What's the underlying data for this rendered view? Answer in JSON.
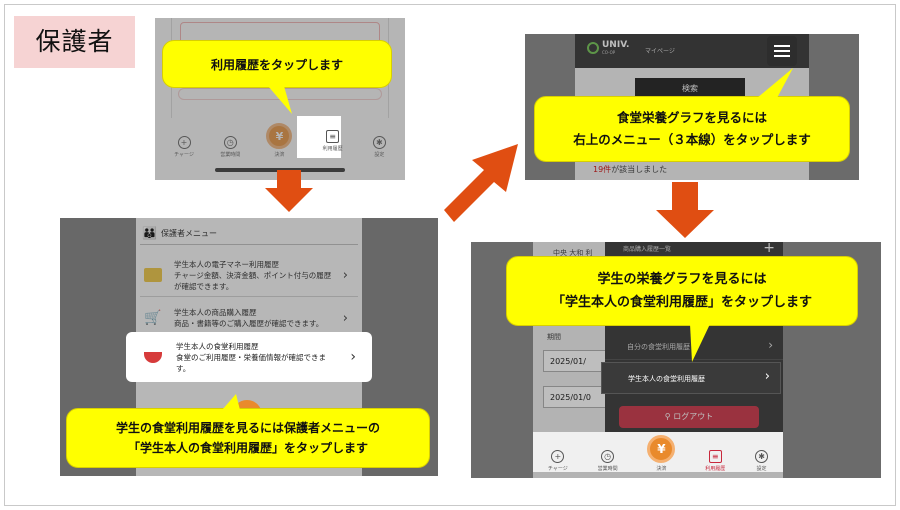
{
  "role_label": "保護者",
  "step1": {
    "callout": "利用履歴をタップします",
    "tabs": [
      {
        "label": "チャージ",
        "icon": "plus-circle-icon"
      },
      {
        "label": "営業時間",
        "icon": "clock-icon"
      },
      {
        "label": "決済",
        "icon": "yen-icon"
      },
      {
        "label": "利用履歴",
        "icon": "receipt-icon"
      },
      {
        "label": "設定",
        "icon": "gear-icon"
      }
    ]
  },
  "step2": {
    "menu_title": "保護者メニュー",
    "items": [
      {
        "title": "学生本人の電子マネー利用履歴",
        "desc": "チャージ金額、決済金額、ポイント付与の履歴が確認できます。"
      },
      {
        "title": "学生本人の商品購入履歴",
        "desc": "商品・書籍等のご購入履歴が確認できます。"
      },
      {
        "title": "学生本人の食堂利用履歴",
        "desc": "食堂のご利用履歴・栄養価情報が確認できます。"
      }
    ],
    "callout_line1": "学生の食堂利用履歴を見るには保護者メニューの",
    "callout_line2": "「学生本人の食堂利用履歴」をタップします"
  },
  "step3": {
    "brand": "UNIV.",
    "brand_sub": "CO-OP",
    "header_link": "マイページ",
    "search_button": "検索",
    "result_count": "19件",
    "result_text": "が該当しました",
    "callout_line1": "食堂栄養グラフを見るには",
    "callout_line2": "右上のメニュー（３本線）をタップします"
  },
  "step4": {
    "panel_header": "商品購入履歴一覧",
    "side_text1": "中央",
    "side_text2": "大和",
    "side_text3": "利",
    "section_label": "期間",
    "date1": "2025/01/",
    "date2": "2025/01/0",
    "menu_items": [
      "自分の食堂利用履歴",
      "学生本人の食堂利用履歴"
    ],
    "logout": "ログアウト",
    "callout_line1": "学生の栄養グラフを見るには",
    "callout_line2": "「学生本人の食堂利用履歴」をタップします",
    "tabs": [
      {
        "label": "チャージ",
        "icon": "plus-circle-icon"
      },
      {
        "label": "営業時間",
        "icon": "clock-icon"
      },
      {
        "label": "決済",
        "icon": "yen-icon"
      },
      {
        "label": "利用履歴",
        "icon": "receipt-icon"
      },
      {
        "label": "設定",
        "icon": "gear-icon"
      }
    ]
  },
  "colors": {
    "callout": "#ffff00",
    "arrow": "#e04e12",
    "pay": "#e98a2c",
    "logout": "#c8283c",
    "tag_bg": "#f6d3d3"
  }
}
